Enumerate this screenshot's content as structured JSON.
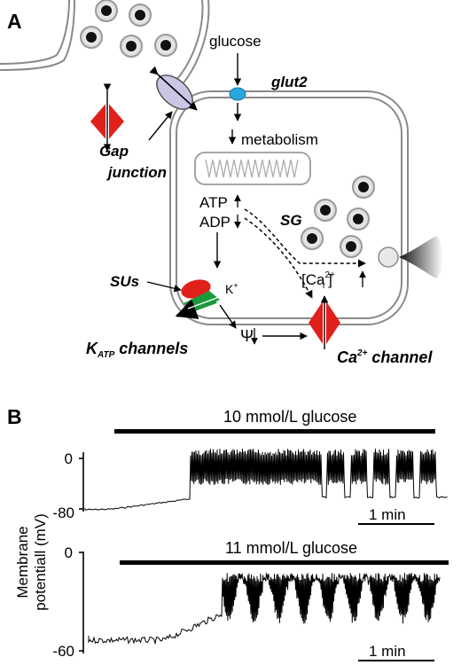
{
  "panel_a": {
    "label": "A",
    "glucose": "glucose",
    "glut2": "glut2",
    "metabolism": "metabolism",
    "gap_line1": "Gap",
    "gap_line2": "junction",
    "atp": "ATP",
    "adp": "ADP",
    "sg": "SG",
    "sus": "SUs",
    "k_ion": "K",
    "k_charge": "+",
    "ca_open": "[Ca",
    "ca_sub": "i",
    "ca_sup": "2+",
    "ca_close": "]",
    "psi": "Ψ",
    "katp_k": "K",
    "katp_sub": "ATP",
    "katp_rest": " channels",
    "ca_ch_pre": "Ca",
    "ca_ch_sup": "2+",
    "ca_ch_rest": " channel"
  },
  "panel_b": {
    "label": "B",
    "ylabel_line1": "Membrane",
    "ylabel_line2": "potentiall (mV)",
    "top": {
      "condition": "10 mmol/L glucose",
      "tick_high": "0",
      "tick_low": "-80",
      "scale_label": "1 min"
    },
    "bottom": {
      "condition": "11 mmol/L glucose",
      "tick_high": "0",
      "tick_low": "-60",
      "scale_label": "1 min"
    }
  },
  "colors": {
    "channel_red": "#e0201b",
    "katp_green": "#1a9a3a",
    "glut2_blue": "#2aa8dc",
    "gap_lavender": "#c9c6e6",
    "membrane_grey": "#8a8a8a"
  }
}
